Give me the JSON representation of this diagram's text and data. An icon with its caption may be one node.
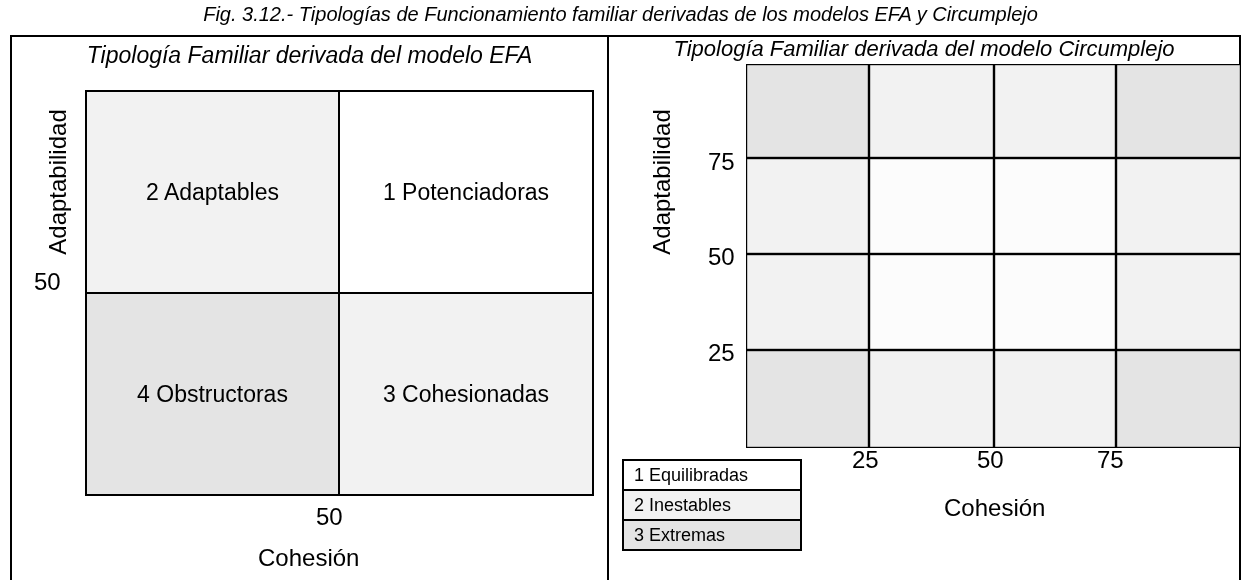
{
  "diagram": {
    "title": "Fig. 3.12.- Tipologías de Funcionamiento familiar derivadas de los modelos EFA y Circumplejo",
    "nodes": [
      {
        "text": [
          "Tipología Familiar derivada del modelo EFA"
        ]
      },
      {
        "text": [
          "2 Adaptables"
        ],
        "in": 0
      },
      {
        "text": [
          "1 Potenciadoras"
        ],
        "in": 0
      },
      {
        "text": [
          "4 Obstructoras"
        ],
        "in": 0
      },
      {
        "text": [
          "3 Cohesionadas"
        ],
        "in": 0
      },
      {
        "text": [
          "Tipología Familiar derivada del modelo Circumplejo"
        ]
      },
      {
        "text": [],
        "shape": "box",
        "in": 5
      },
      {
        "text": [],
        "shape": "box",
        "in": 5
      },
      {
        "text": [],
        "shape": "box",
        "in": 5
      },
      {
        "text": [],
        "shape": "box",
        "in": 5
      },
      {
        "text": [],
        "shape": "box",
        "in": 5
      },
      {
        "text": [],
        "shape": "box",
        "in": 5
      },
      {
        "text": [],
        "shape": "box",
        "in": 5
      },
      {
        "text": [],
        "shape": "box",
        "in": 5
      },
      {
        "text": [],
        "shape": "box",
        "in": 5
      },
      {
        "text": [],
        "shape": "box",
        "in": 5
      },
      {
        "text": [],
        "shape": "box",
        "in": 5
      },
      {
        "text": [],
        "shape": "box",
        "in": 5
      },
      {
        "text": [],
        "shape": "box",
        "in": 5
      },
      {
        "text": [],
        "shape": "box",
        "in": 5
      },
      {
        "text": [],
        "shape": "box",
        "in": 5
      },
      {
        "text": [],
        "shape": "box",
        "in": 5
      }
    ],
    "edges": [],
    "labels": [
      "Adaptabilidad",
      "50",
      "50",
      "Cohesión",
      "Adaptabilidad",
      "75",
      "50",
      "25",
      "25",
      "50",
      "75",
      "Cohesión"
    ],
    "legend": [
      {
        "text": "1 Equilibradas",
        "color": "#ffffff"
      },
      {
        "text": "2 Inestables",
        "color": "#f2f2f2"
      },
      {
        "text": "3 Extremas",
        "color": "#e4e4e4"
      }
    ]
  }
}
